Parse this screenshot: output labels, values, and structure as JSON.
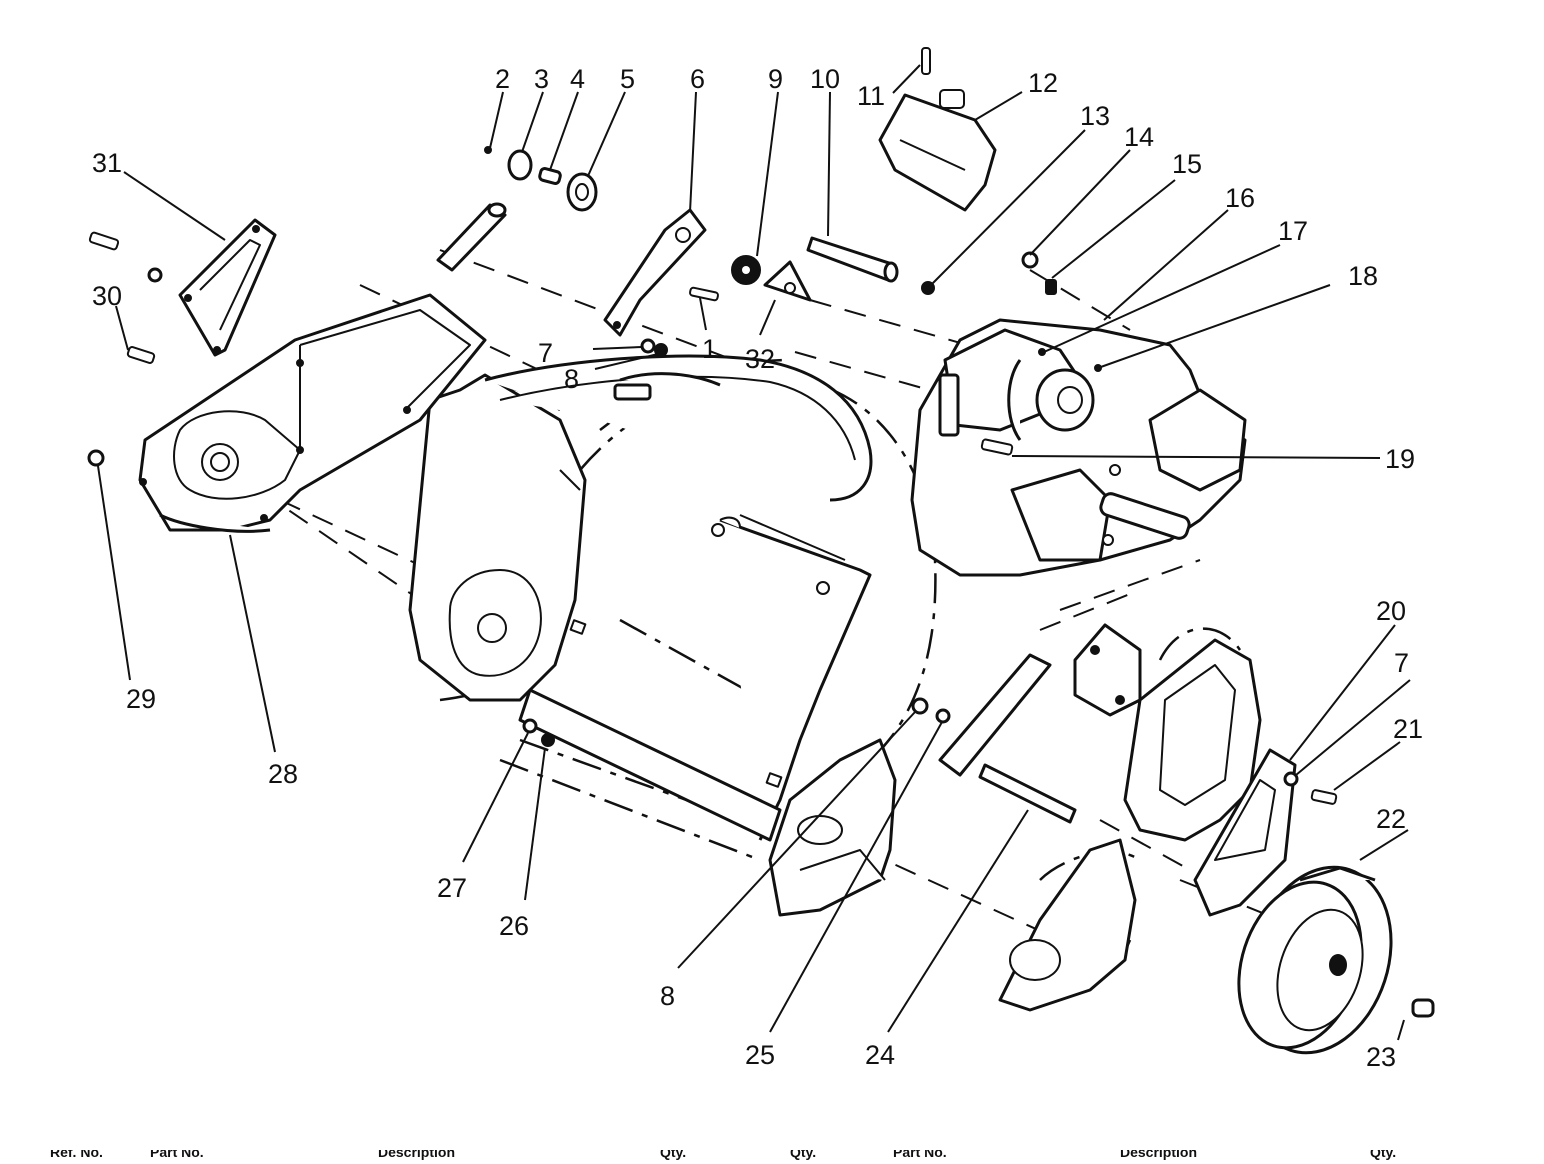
{
  "callouts": {
    "c1": "1",
    "c2": "2",
    "c3": "3",
    "c4": "4",
    "c5": "5",
    "c6": "6",
    "c7a": "7",
    "c7b": "7",
    "c8a": "8",
    "c8b": "8",
    "c9": "9",
    "c10": "10",
    "c11": "11",
    "c12": "12",
    "c13": "13",
    "c14": "14",
    "c15": "15",
    "c16": "16",
    "c17": "17",
    "c18": "18",
    "c19": "19",
    "c20": "20",
    "c21": "21",
    "c22": "22",
    "c23": "23",
    "c24": "24",
    "c25": "25",
    "c26": "26",
    "c27": "27",
    "c28": "28",
    "c29": "29",
    "c30": "30",
    "c31": "31",
    "c32": "32"
  },
  "footer": {
    "col1": "Ref. No.",
    "col2": "Part No.",
    "col3": "Description",
    "col4": "Qty.",
    "col5": "Qty.",
    "col6": "Part No.",
    "col7": "Description",
    "col8": "Qty."
  }
}
